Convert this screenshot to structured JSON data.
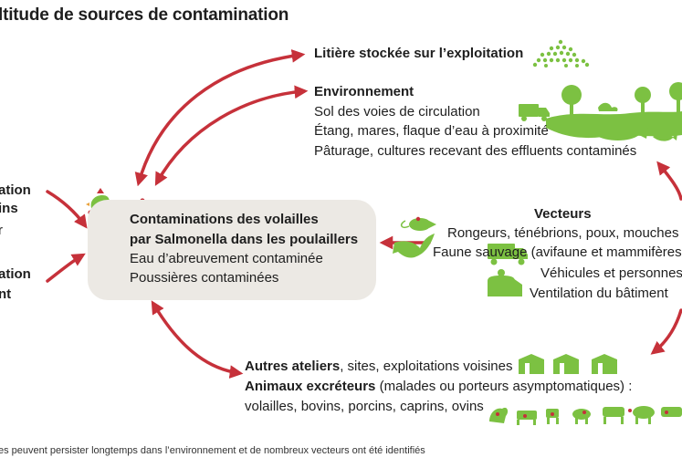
{
  "title": "ltitude de sources de contamination",
  "litiere": "Litière stockée sur l’exploitation",
  "environnement": {
    "heading": "Environnement",
    "lines": [
      "Sol des voies de circulation",
      "Étang, mares, flaque d’eau à proximité",
      "Pâturage, cultures recevant des effluents contaminés"
    ]
  },
  "left_fragments": {
    "lines_a": [
      "ation",
      "ins",
      "r"
    ],
    "lines_b": [
      "ation",
      "nt"
    ]
  },
  "center": {
    "heading_line1": "Contaminations des volailles",
    "heading_line2": "par Salmonella dans les poulaillers",
    "line1": "Eau d’abreuvement contaminée",
    "line2": "Poussières contaminées"
  },
  "vecteurs": {
    "heading": "Vecteurs",
    "lines": [
      "Rongeurs, ténébrions, poux, mouches",
      "Faune sauvage (avifaune et mammifères",
      "Véhicules et personnes",
      "Ventilation du bâtiment"
    ]
  },
  "autres": {
    "bold": "Autres ateliers",
    "rest": ", sites, exploitations voisines"
  },
  "animaux": {
    "bold": "Animaux excréteurs",
    "rest": " (malades ou porteurs asymptomatiques) :",
    "line2": "volailles, bovins, porcins, caprins, ovins"
  },
  "footer": "es peuvent persister longtemps dans l’environnement et de nombreux vecteurs ont été identifiés",
  "colors": {
    "arrow": "#c6313a",
    "icon_green": "#7cc142",
    "box_bg": "#ece9e4",
    "bacteria": "#c6313a"
  },
  "icons": [
    "chicken-icon",
    "bacteria-icon",
    "water-drop-icon",
    "dust-icon",
    "pile-icon",
    "landscape-icon",
    "truck-icon",
    "rat-icon",
    "bird-icon",
    "vehicle-icon",
    "person-icon",
    "building-icon",
    "animals-icon"
  ]
}
